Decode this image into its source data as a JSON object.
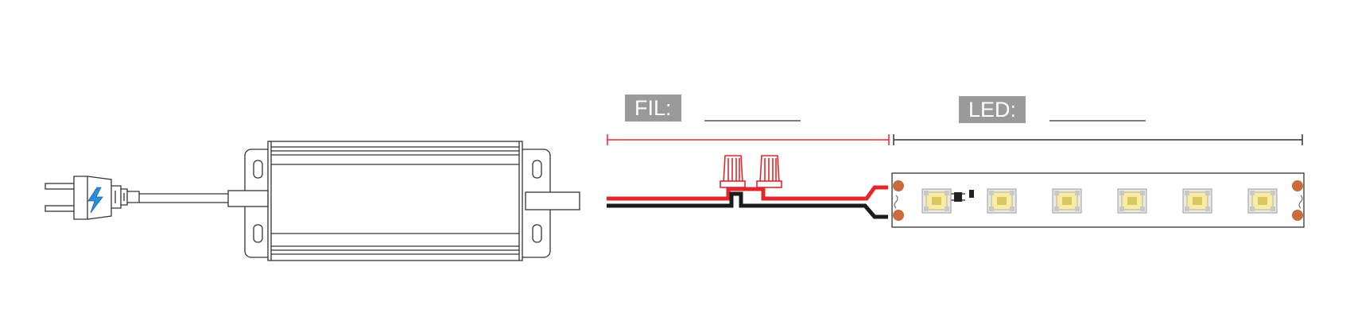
{
  "labels": {
    "wire_label": "FIL:",
    "led_label": "LED:"
  },
  "led_strip": {
    "led_count": 6
  },
  "colors": {
    "wire_positive": "#e3262b",
    "wire_negative": "#1b1b1b",
    "label_bg": "#9a9a9a",
    "plug_accent": "#2a8fd8",
    "solder_pad": "#c96b3a",
    "led_yellow": "#f6eca8"
  }
}
